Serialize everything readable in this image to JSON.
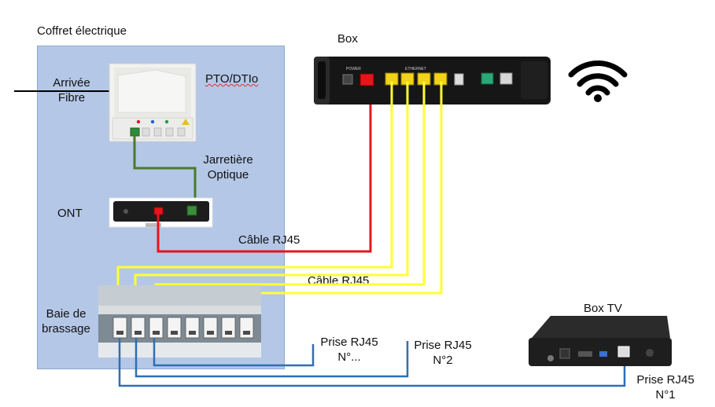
{
  "labels": {
    "coffret": "Coffret électrique",
    "arrivee_line1": "Arrivée",
    "arrivee_line2": "Fibre",
    "pto": "PTO/DTIo",
    "jarretiere_line1": "Jarretière",
    "jarretiere_line2": "Optique",
    "ont": "ONT",
    "cable_rj45_1": "Câble RJ45",
    "cable_rj45_2": "Câble RJ45",
    "baie_line1": "Baie de",
    "baie_line2": "brassage",
    "box": "Box",
    "box_tv": "Box TV",
    "prise_a_line1": "Prise RJ45",
    "prise_a_line2": "N°...",
    "prise_2_line1": "Prise RJ45",
    "prise_2_line2": "N°2",
    "prise_1_line1": "Prise RJ45",
    "prise_1_line2": "N°1"
  },
  "box_device": {
    "power_label": "POWER",
    "ethernet_label": "ETHERNET"
  },
  "colors": {
    "coffret_fill": "#b4c7e7",
    "fiber_green": "#4a7a2e",
    "rj45_red": "#e8141c",
    "rj45_yellow": "#ffff33",
    "rj45_blue": "#2e6fb5",
    "fiber_line": "#000000"
  },
  "icons": [
    "wifi-icon",
    "pto-box-icon",
    "ont-device-icon",
    "box-router-icon",
    "patch-panel-icon",
    "box-tv-icon"
  ]
}
